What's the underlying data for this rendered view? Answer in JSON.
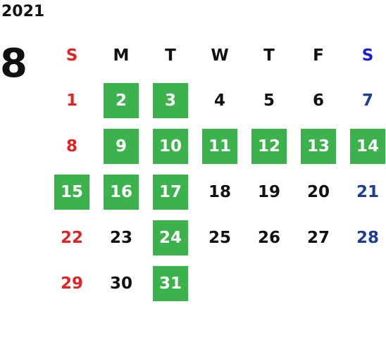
{
  "year": "2021",
  "month": "8",
  "colors": {
    "highlight_bg": "#3cb24c",
    "sunday": "#e02424",
    "saturday_header": "#1a1ae0",
    "saturday": "#1c3f94",
    "weekday": "#111111"
  },
  "weekday_headers": [
    "S",
    "M",
    "T",
    "W",
    "T",
    "F",
    "S"
  ],
  "weeks": [
    [
      {
        "d": "1",
        "hl": false
      },
      {
        "d": "2",
        "hl": true
      },
      {
        "d": "3",
        "hl": true
      },
      {
        "d": "4",
        "hl": false
      },
      {
        "d": "5",
        "hl": false
      },
      {
        "d": "6",
        "hl": false
      },
      {
        "d": "7",
        "hl": false
      }
    ],
    [
      {
        "d": "8",
        "hl": false
      },
      {
        "d": "9",
        "hl": true
      },
      {
        "d": "10",
        "hl": true
      },
      {
        "d": "11",
        "hl": true
      },
      {
        "d": "12",
        "hl": true
      },
      {
        "d": "13",
        "hl": true
      },
      {
        "d": "14",
        "hl": true
      }
    ],
    [
      {
        "d": "15",
        "hl": true
      },
      {
        "d": "16",
        "hl": true
      },
      {
        "d": "17",
        "hl": true
      },
      {
        "d": "18",
        "hl": false
      },
      {
        "d": "19",
        "hl": false
      },
      {
        "d": "20",
        "hl": false
      },
      {
        "d": "21",
        "hl": false
      }
    ],
    [
      {
        "d": "22",
        "hl": false
      },
      {
        "d": "23",
        "hl": false
      },
      {
        "d": "24",
        "hl": true
      },
      {
        "d": "25",
        "hl": false
      },
      {
        "d": "26",
        "hl": false
      },
      {
        "d": "27",
        "hl": false
      },
      {
        "d": "28",
        "hl": false
      }
    ],
    [
      {
        "d": "29",
        "hl": false
      },
      {
        "d": "30",
        "hl": false
      },
      {
        "d": "31",
        "hl": true
      },
      null,
      null,
      null,
      null
    ]
  ]
}
